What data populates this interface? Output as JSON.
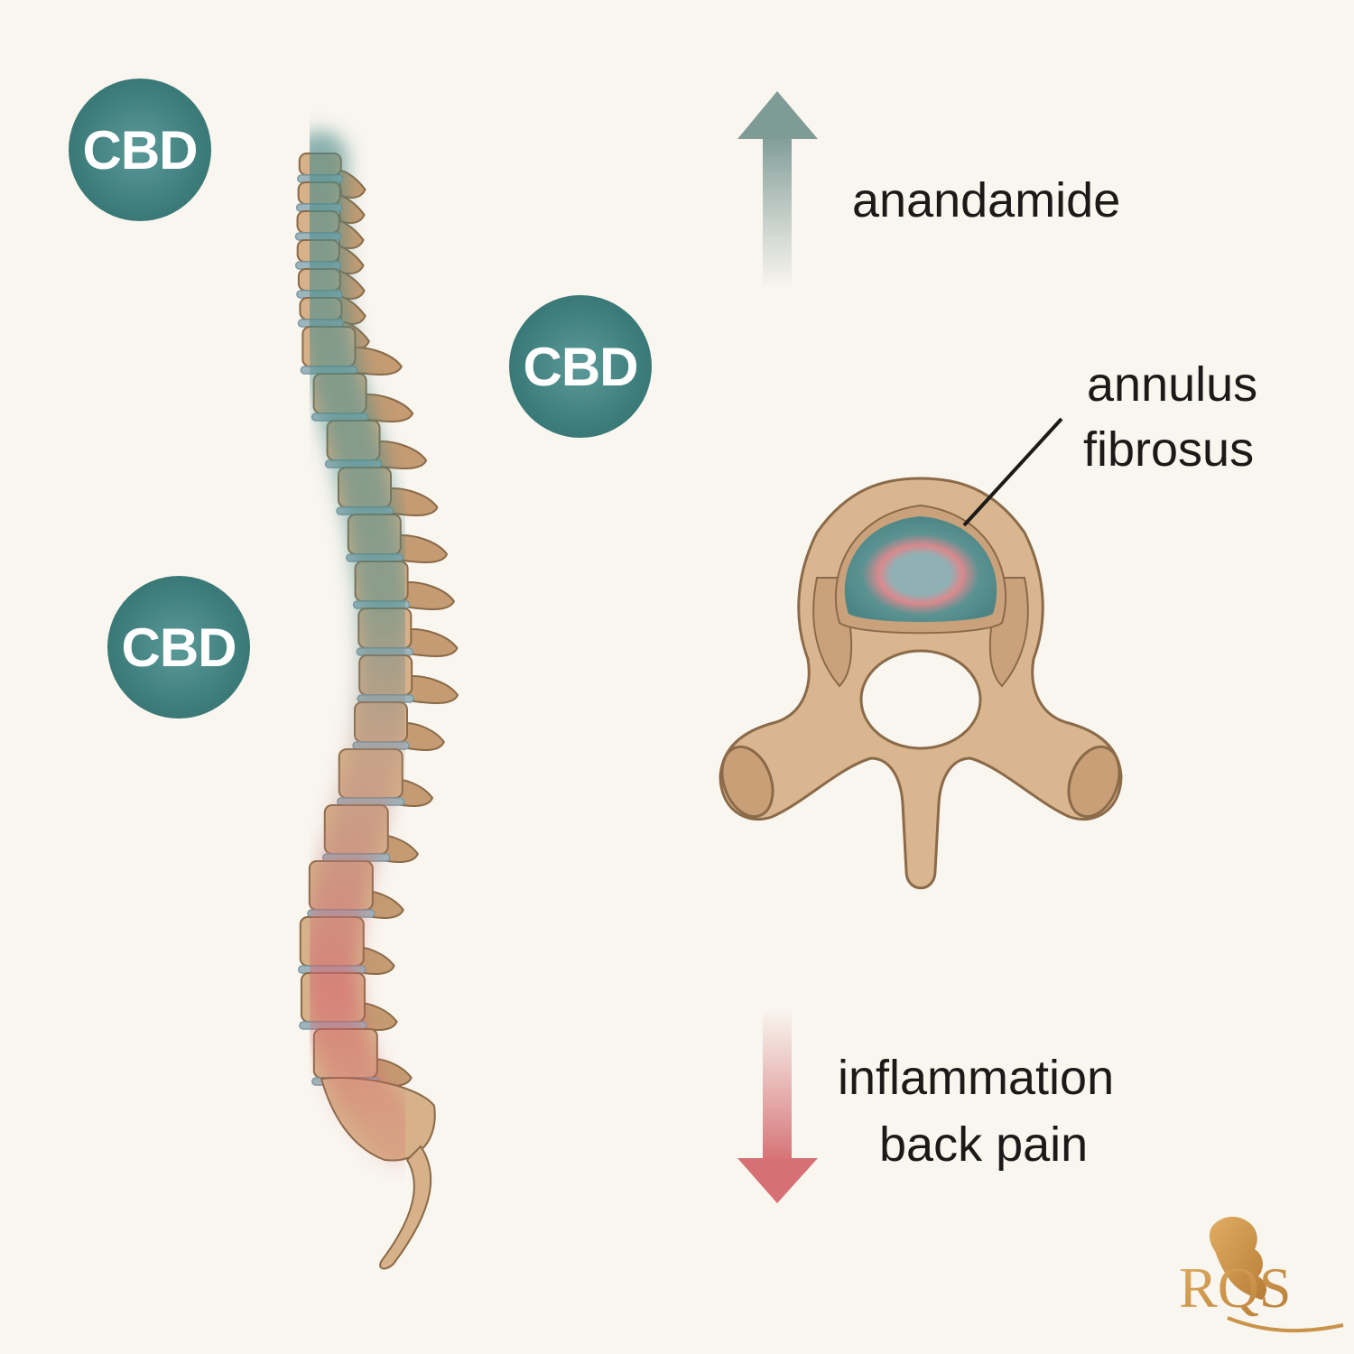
{
  "badges": [
    "CBD",
    "CBD",
    "CBD"
  ],
  "labels": {
    "anandamide": "anandamide",
    "annulus_line1": "annulus",
    "annulus_line2": "fibrosus",
    "inflammation": "inflammation",
    "back_pain": "back pain"
  },
  "arrows": {
    "up_color": "#8fa8a3",
    "down_color": "#d67f80"
  },
  "colors": {
    "background": "#f9f5ef",
    "badge_teal": "#3d7d7b",
    "bone": "#d7b18a",
    "bone_outline": "#8a6a48",
    "disc": "#9fb5bd",
    "nucleus_outer": "#4d8a8a",
    "inflamed": "#d97b7f",
    "brand_gold": "#c9934a"
  },
  "logo": {
    "text": "RQS"
  }
}
